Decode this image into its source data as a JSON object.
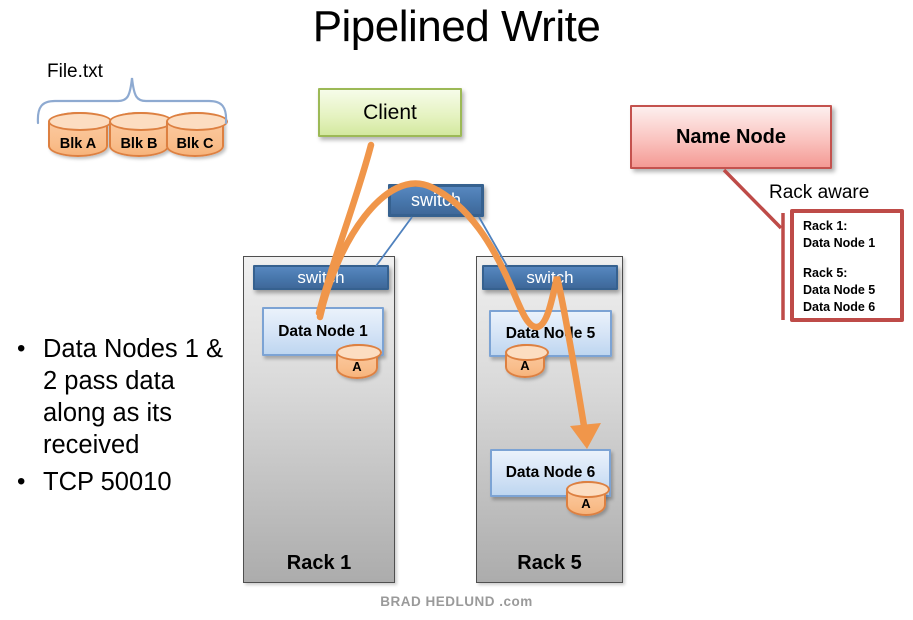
{
  "title": "Pipelined Write",
  "file": {
    "label": "File.txt",
    "blocks": [
      "Blk A",
      "Blk B",
      "Blk C"
    ]
  },
  "client": {
    "label": "Client"
  },
  "name_node": {
    "label": "Name Node"
  },
  "network": {
    "switch_label": "switch"
  },
  "racks": [
    {
      "label": "Rack 1",
      "nodes": [
        {
          "label": "Data Node 1",
          "block": "A"
        }
      ]
    },
    {
      "label": "Rack 5",
      "nodes": [
        {
          "label": "Data Node 5",
          "block": "A"
        },
        {
          "label": "Data Node 6",
          "block": "A"
        }
      ]
    }
  ],
  "rack_aware": {
    "label": "Rack aware",
    "entries": [
      "Rack 1:",
      "Data Node 1",
      "",
      "Rack 5:",
      "Data Node 5",
      "Data Node 6"
    ]
  },
  "notes": [
    "Data Nodes 1 & 2 pass data along as its received",
    "TCP 50010"
  ],
  "footer": {
    "credit": "BRAD HEDLUND .com"
  },
  "colors": {
    "arrow_orange": "#F0964A",
    "switch_blue": "#4776AB",
    "link_blue": "#4F81BD",
    "namenode_red": "#BE4B48",
    "client_green": "#9CB956",
    "datanode_blue_border": "#7CA3D4",
    "cylinder_orange": "#F9BE8C",
    "cylinder_border": "#DD8041",
    "rack_gray": "#D9D9D9",
    "brace_blue": "#8EAAD1",
    "footer_gray": "#9A9A9A"
  }
}
